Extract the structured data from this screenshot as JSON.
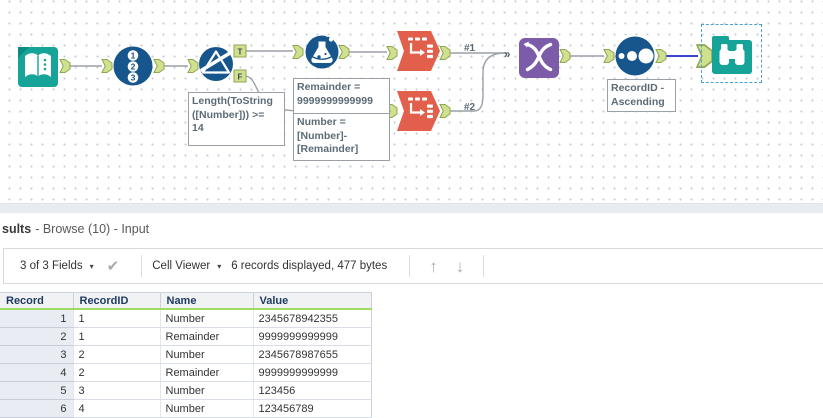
{
  "colors": {
    "teal": "#16a498",
    "tool_blue": "#17568c",
    "orange": "#e2604b",
    "purple": "#7c5ca8",
    "anchor_fill": "#cfe08f",
    "anchor_border": "#8fa653",
    "wire": "#9ba1a8",
    "selected_wire": "#3d43d0",
    "selection_box": "#499fd8",
    "header_green": "#9edb63"
  },
  "canvas": {
    "icons": {
      "input_data": "book-icon",
      "record_id": "numbered-circles-icon",
      "filter": "funnel-icon",
      "formula": "flask-icon",
      "select_records": "record-list-icon",
      "union": "dna-merge-icon",
      "sort": "dots-ascending-icon",
      "browse": "binoculars-icon"
    },
    "anchor_true": "T",
    "anchor_false": "F",
    "multi_glyph": "»",
    "connection_labels": [
      "#1",
      "#2"
    ],
    "filter_annotation": [
      "Length(ToString",
      "([Number])) >=",
      "14"
    ],
    "formula_annotation": [
      "Remainder =",
      "9999999999999"
    ],
    "formula_annotation2": [
      "Number =",
      "[Number]-",
      "[Remainder]"
    ],
    "sort_annotation": [
      "RecordID -",
      "Ascending"
    ]
  },
  "results": {
    "title_highlight": "sults",
    "title_rest": "- Browse (10) - Input",
    "toolbar": {
      "field_selector": "3 of 3 Fields",
      "dropdown_glyph": "▾",
      "apply_glyph": "✔",
      "cell_viewer": "Cell Viewer",
      "record_summary": "6 records displayed, 477 bytes",
      "up_glyph": "↑",
      "down_glyph": "↓"
    },
    "table": {
      "columns": [
        "Record",
        "RecordID",
        "Name",
        "Value"
      ],
      "rows": [
        [
          "1",
          "1",
          "Number",
          "2345678942355"
        ],
        [
          "2",
          "1",
          "Remainder",
          "9999999999999"
        ],
        [
          "3",
          "2",
          "Number",
          "2345678987655"
        ],
        [
          "4",
          "2",
          "Remainder",
          "9999999999999"
        ],
        [
          "5",
          "3",
          "Number",
          "123456"
        ],
        [
          "6",
          "4",
          "Number",
          "123456789"
        ]
      ]
    }
  }
}
